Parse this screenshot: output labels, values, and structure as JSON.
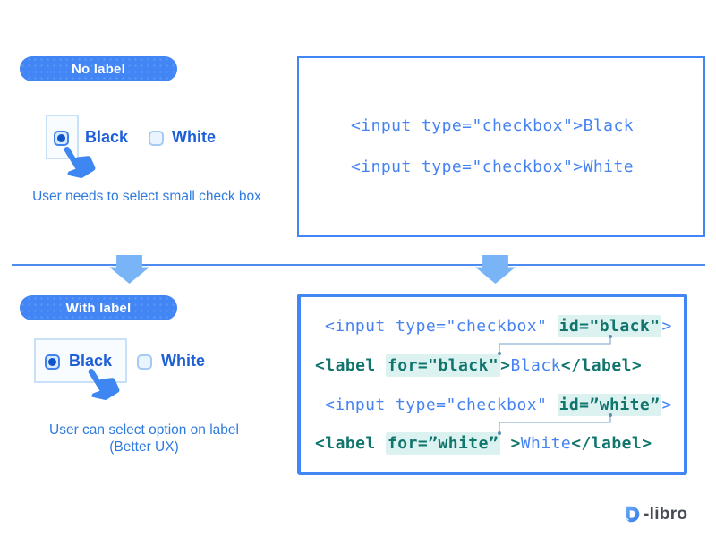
{
  "colors": {
    "accent_blue": "#4285F4",
    "arrow_blue": "#79B4F6",
    "label_blue": "#1D5FD6",
    "caption_blue": "#2E7BDF",
    "code_blue": "#4583F2",
    "code_teal": "#10756D",
    "token_highlight_bg": "#DCF2F1",
    "highlight_box_border": "#C8E1F9",
    "logo_gray": "#474B54"
  },
  "top_left": {
    "badge": "No label",
    "options": [
      {
        "label": "Black",
        "checked": true
      },
      {
        "label": "White",
        "checked": false
      }
    ],
    "caption": "User needs to select small check box"
  },
  "top_right": {
    "code_lines": [
      "<input type=\"checkbox\">Black",
      "<input type=\"checkbox\">White"
    ]
  },
  "bottom_left": {
    "badge": "With label",
    "options": [
      {
        "label": "Black",
        "checked": true
      },
      {
        "label": "White",
        "checked": false
      }
    ],
    "caption_line1": "User can select option on label",
    "caption_line2": "(Better UX)"
  },
  "bottom_right": {
    "code_lines": [
      {
        "tokens": [
          [
            "b",
            "<input type=\"checkbox\" "
          ],
          [
            "h",
            "id=\"black\""
          ],
          [
            "b",
            ">"
          ]
        ]
      },
      {
        "tokens": [
          [
            "t",
            "<label "
          ],
          [
            "h",
            "for=\"black\""
          ],
          [
            "t",
            ">"
          ],
          [
            "b",
            "Black"
          ],
          [
            "t",
            "</label>"
          ]
        ]
      },
      {
        "tokens": [
          [
            "b",
            "<input type=\"checkbox\" "
          ],
          [
            "h",
            "id=”white”"
          ],
          [
            "b",
            ">"
          ]
        ]
      },
      {
        "tokens": [
          [
            "t",
            "<label "
          ],
          [
            "h",
            "for=”white”"
          ],
          [
            "t",
            " >"
          ],
          [
            "b",
            "White"
          ],
          [
            "t",
            "</label>"
          ]
        ]
      }
    ]
  },
  "logo": {
    "text": "-libro"
  }
}
